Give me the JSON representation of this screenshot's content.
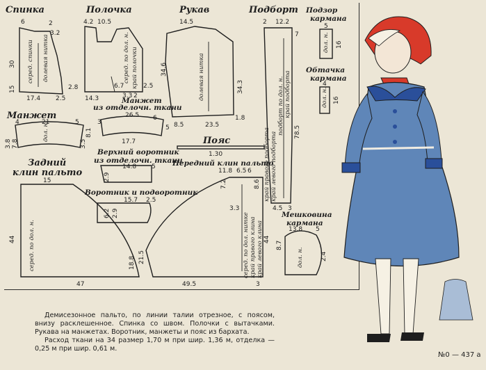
{
  "pieces": {
    "spinka": {
      "title": "Спинка",
      "inner": "серед. спинки",
      "dart": "долевая нитка",
      "n6": "6",
      "n2": "2",
      "n32": "3.2",
      "n30": "30",
      "n15": "15",
      "n174": "17.4",
      "n25": "2.5",
      "n28": "2.8"
    },
    "polochka": {
      "title": "Полочка",
      "n42": "4.2",
      "n105": "10.5",
      "n143": "14.3",
      "n67": "6.7",
      "n33": "3.3",
      "n2": "2",
      "n25": "2.5",
      "inner1": "серед. по дол. н.",
      "inner2": "край полочки"
    },
    "rukav": {
      "title": "Рукав",
      "n145": "14.5",
      "n346": "34.6",
      "n343": "34.3",
      "n85": "8.5",
      "n235": "23.5",
      "n18": "1.8",
      "inner": "долевая нитка"
    },
    "podbort": {
      "title": "Подборт",
      "n2": "2",
      "n122": "12.2",
      "n7": "7",
      "n785": "78.5",
      "n45": "4.5",
      "n3": "3",
      "inner1": "подборт по дол. н.",
      "inner2": "край подборта",
      "inner3": "край левого подборта",
      "inner4": "край правого подборта"
    },
    "podzor": {
      "title": "Подзор",
      "subtitle": "кармана",
      "n5": "5",
      "n16": "16",
      "inner": "дол. н."
    },
    "obtachka": {
      "title": "Обтачка",
      "subtitle": "кармана",
      "n4": "4",
      "n16": "16",
      "inner": "дол. н."
    },
    "manzhet_top": {
      "title": "Манжет",
      "subtitle": "из отделочн. ткани",
      "n265": "26.5",
      "n3": "3",
      "n6": "6",
      "n177": "17.7",
      "n5": "5"
    },
    "manzhet": {
      "title": "Манжет",
      "n4": "4",
      "n21": "21",
      "n5": "5",
      "n38": "3.8",
      "n78": "7.8",
      "n35": "3.5",
      "n81": "8.1",
      "inner": "дол. н."
    },
    "verkh_vorotnik": {
      "title": "Верхний воротник",
      "subtitle": "из отделочн. ткани",
      "n148": "14.8",
      "n5": "5",
      "n29": "2.9"
    },
    "poyas": {
      "title": "Пояс",
      "n130": "1.30"
    },
    "vorotnik": {
      "title": "Воротник и подворотник",
      "n157": "15.7",
      "n25": "2.5",
      "n62": "6.2",
      "n29": "2.9"
    },
    "zadniy": {
      "title": "Задний",
      "title2": "клин пальто",
      "n15": "15",
      "n44": "44",
      "n188": "18.8",
      "n47": "47",
      "inner": "серед. по дол. н."
    },
    "peredniy": {
      "title": "Передний клин пальто",
      "n118": "11.8",
      "n65": "6.5",
      "n6": "6",
      "n72": "7.2",
      "n86": "8.6",
      "n44": "44",
      "n215": "21.5",
      "n495": "49.5",
      "n33": "3.3",
      "n3": "3",
      "inner1": "серед. по дол. нитке",
      "inner2": "край правого клина",
      "inner3": "край левого клина"
    },
    "meshkovina": {
      "title": "Мешковина",
      "subtitle": "кармана",
      "n138": "13.8",
      "n5": "5",
      "n87": "8.7",
      "n24": "2.4",
      "inner": "дол. н."
    }
  },
  "description": {
    "p1": "Демисезонное пальто, по линии талии отрезное, с поясом, внизу расклешенное. Спинка со швом. Полочки с вытачками. Рукава на манжетах. Воротник, манжеты и пояс из бархата.",
    "p2": "Расход ткани на 34 размер 1,70 м при шир. 1,36 м, отделка — 0,25 м при шир. 0,61 м."
  },
  "model_code": "№0 — 437 а",
  "colors": {
    "coat": "#5f86b8",
    "collar": "#2a4f9a",
    "scarf": "#d83a2a",
    "ink": "#1e1e1e",
    "paper": "#ece6d6"
  }
}
